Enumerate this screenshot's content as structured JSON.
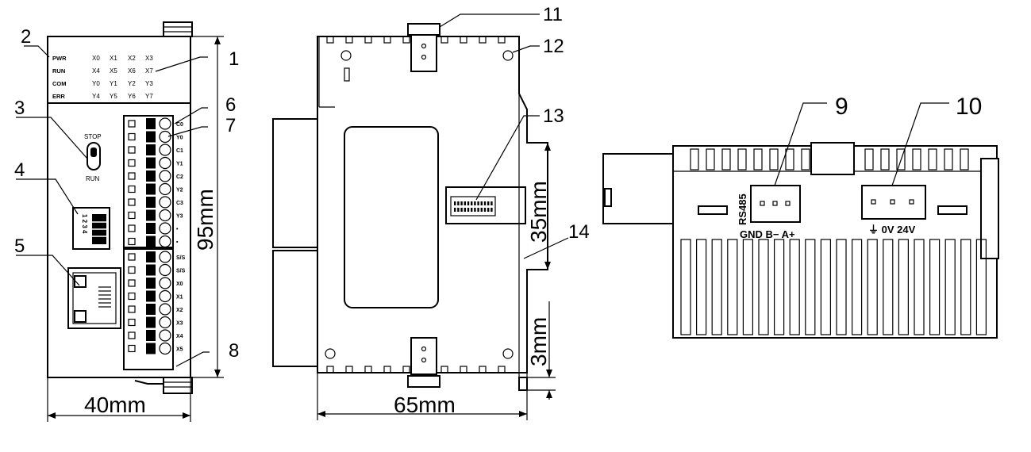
{
  "callouts": [
    "1",
    "2",
    "3",
    "4",
    "5",
    "6",
    "7",
    "8",
    "9",
    "10",
    "11",
    "12",
    "13",
    "14"
  ],
  "dimensions": {
    "front_width": "40mm",
    "front_height": "95mm",
    "side_width": "65mm",
    "side_rail": "35mm",
    "side_offset": "3mm"
  },
  "front": {
    "led_status": [
      "PWR",
      "RUN",
      "COM",
      "ERR"
    ],
    "led_io_rows": [
      [
        "X0",
        "X1",
        "X2",
        "X3"
      ],
      [
        "X4",
        "X5",
        "X6",
        "X7"
      ],
      [
        "Y0",
        "Y1",
        "Y2",
        "Y3"
      ],
      [
        "Y4",
        "Y5",
        "Y6",
        "Y7"
      ]
    ],
    "switch_top": "STOP",
    "switch_bottom": "RUN",
    "dip_numbers": "1 2 3 4",
    "upper_terminals": [
      "C0",
      "Y0",
      "C1",
      "Y1",
      "C2",
      "Y2",
      "C3",
      "Y3",
      "•",
      "•"
    ],
    "lower_terminals": [
      "S/S",
      "S/S",
      "X0",
      "X1",
      "X2",
      "X3",
      "X4",
      "X5"
    ]
  },
  "bottom": {
    "rs485_label": "RS485",
    "rs485_pins": "GND B− A+",
    "power_pins": "⏚ 0V 24V"
  }
}
